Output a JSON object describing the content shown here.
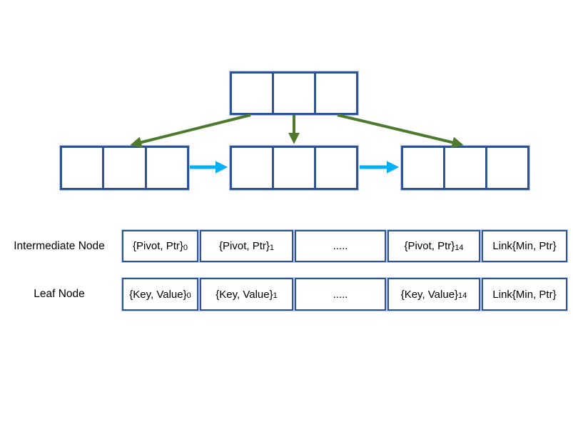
{
  "tree": {
    "root": {
      "name": "root node",
      "cells": 3
    },
    "children": [
      {
        "name": "left child node",
        "cells": 3
      },
      {
        "name": "middle child node",
        "cells": 3
      },
      {
        "name": "right child node",
        "cells": 3
      }
    ],
    "parent_arrows": 3,
    "sibling_link_arrows": 2
  },
  "table": {
    "rows": [
      {
        "label": "Intermediate Node",
        "cells": [
          {
            "text": "{Pivot, Ptr}",
            "sub": "0"
          },
          {
            "text": "{Pivot, Ptr}",
            "sub": "1"
          },
          {
            "text": ".....",
            "sub": ""
          },
          {
            "text": "{Pivot, Ptr}",
            "sub": "14"
          },
          {
            "text": "Link{Min, Ptr}",
            "sub": ""
          }
        ]
      },
      {
        "label": "Leaf Node",
        "cells": [
          {
            "text": "{Key, Value}",
            "sub": "0"
          },
          {
            "text": "{Key, Value}",
            "sub": "1"
          },
          {
            "text": ".....",
            "sub": ""
          },
          {
            "text": "{Key, Value}",
            "sub": "14"
          },
          {
            "text": "Link{Min, Ptr}",
            "sub": ""
          }
        ]
      }
    ]
  },
  "colors": {
    "box_border": "#2e5496",
    "box_halo": "#b9cbe8",
    "tree_arrow": "#4e7a2d",
    "link_arrow": "#00b0f0",
    "text_color": "#000000"
  }
}
